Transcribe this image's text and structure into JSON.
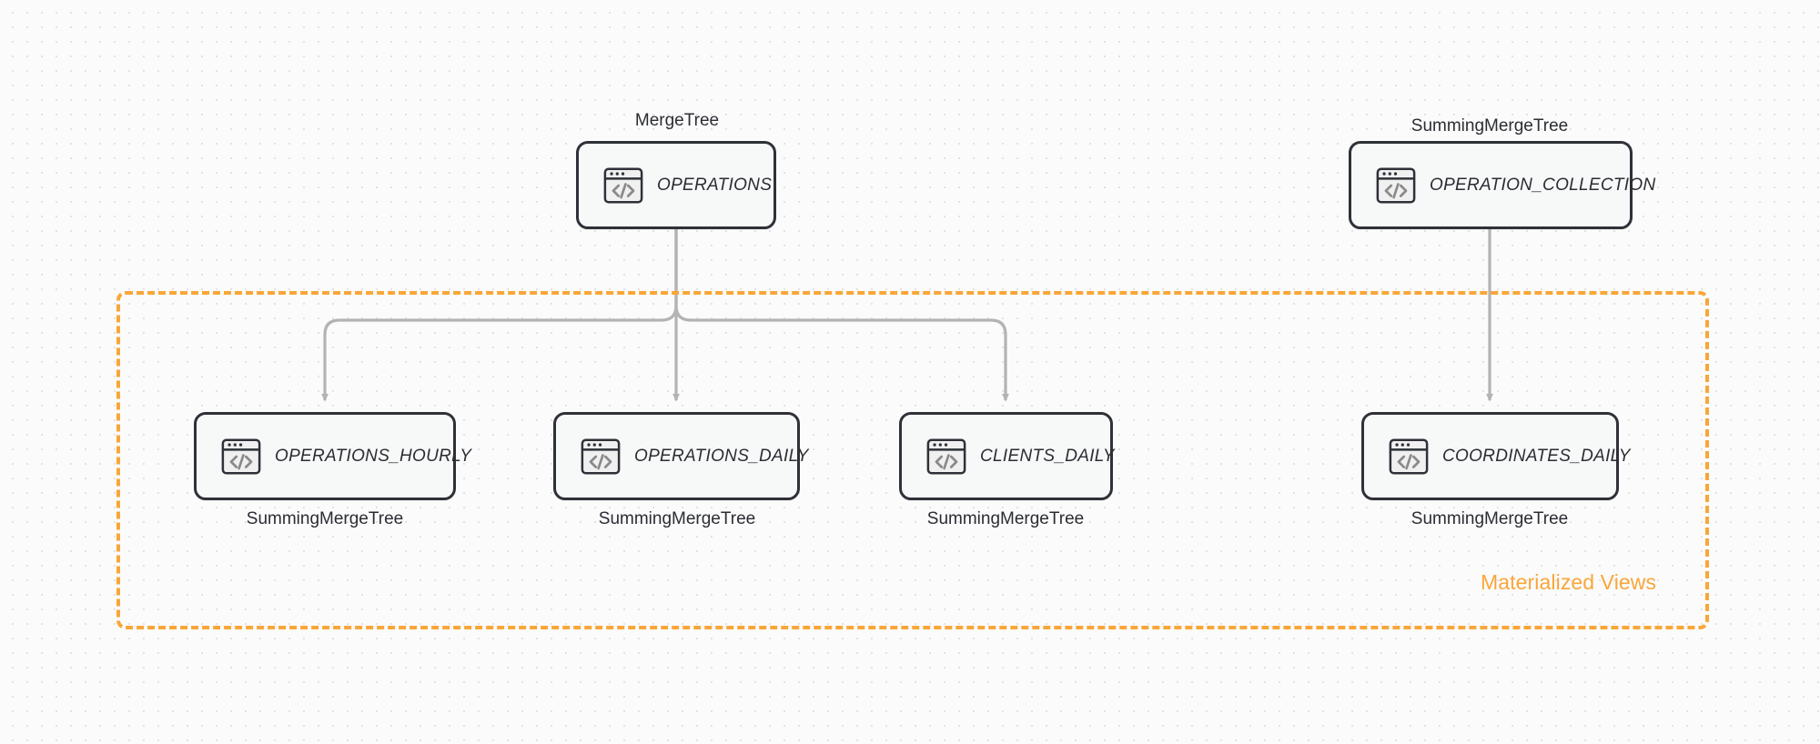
{
  "diagram": {
    "title_visible": false,
    "background": "#fbfbfb",
    "accent_color": "#f9a639",
    "node_border_color": "#2f3138",
    "node_fill_color": "#f7f8f8",
    "edge_color": "#aaaaaa"
  },
  "group": {
    "label": "Materialized Views",
    "color": "#f9a639",
    "style": "dashed"
  },
  "nodes": [
    {
      "id": "operations",
      "label": "OPERATIONS",
      "engine": "MergeTree",
      "engine_position": "above",
      "icon": "code-window-icon"
    },
    {
      "id": "operation_collection",
      "label": "OPERATION_COLLECTION",
      "engine": "SummingMergeTree",
      "engine_position": "above",
      "icon": "code-window-icon"
    },
    {
      "id": "operations_hourly",
      "label": "OPERATIONS_HOURLY",
      "engine": "SummingMergeTree",
      "engine_position": "below",
      "icon": "code-window-icon"
    },
    {
      "id": "operations_daily",
      "label": "OPERATIONS_DAILY",
      "engine": "SummingMergeTree",
      "engine_position": "below",
      "icon": "code-window-icon"
    },
    {
      "id": "clients_daily",
      "label": "CLIENTS_DAILY",
      "engine": "SummingMergeTree",
      "engine_position": "below",
      "icon": "code-window-icon"
    },
    {
      "id": "coordinates_daily",
      "label": "COORDINATES_DAILY",
      "engine": "SummingMergeTree",
      "engine_position": "below",
      "icon": "code-window-icon"
    }
  ],
  "edges": [
    {
      "from": "operations",
      "to": "operations_hourly"
    },
    {
      "from": "operations",
      "to": "operations_daily"
    },
    {
      "from": "operations",
      "to": "clients_daily"
    },
    {
      "from": "operation_collection",
      "to": "coordinates_daily"
    }
  ]
}
